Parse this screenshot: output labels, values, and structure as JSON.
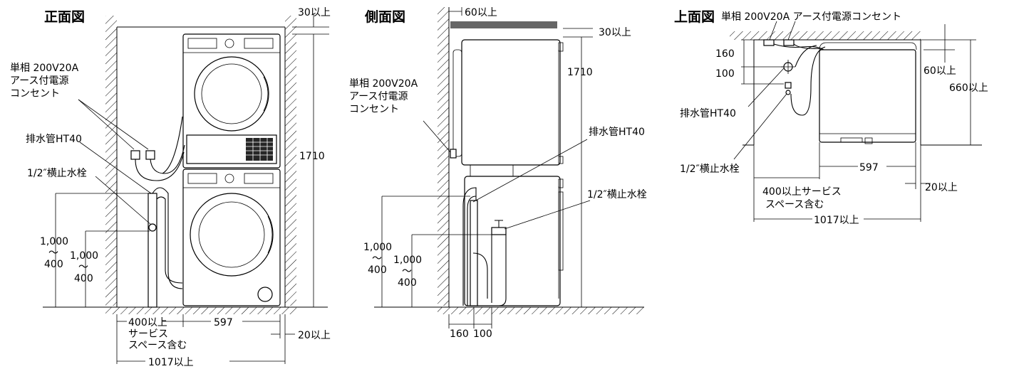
{
  "front_view": {
    "title": "正面図",
    "top_clearance": "30以上",
    "height_total": "1710",
    "outlet_label_lines": [
      "単相 200V20A",
      "アース付電源",
      "コンセント"
    ],
    "drain_label": "排水管HT40",
    "faucet_label": "1/2″横止水栓",
    "drain_height_lines": [
      "1,000",
      "〜",
      "400"
    ],
    "faucet_height_lines": [
      "1,000",
      "〜",
      "400"
    ],
    "left_space_lines": [
      "400以上",
      "サービス",
      "スペース含む"
    ],
    "width_machine": "597",
    "right_clearance": "20以上",
    "width_total": "1017以上"
  },
  "side_view": {
    "title": "側面図",
    "back_clearance": "60以上",
    "top_clearance": "30以上",
    "height_total": "1710",
    "outlet_label_lines": [
      "単相 200V20A",
      "アース付電源",
      "コンセント"
    ],
    "drain_label": "排水管HT40",
    "faucet_label": "1/2″横止水栓",
    "drain_height_lines": [
      "1,000",
      "〜",
      "400"
    ],
    "faucet_height_lines": [
      "1,000",
      "〜",
      "400"
    ],
    "drain_offset": "160",
    "faucet_offset": "100"
  },
  "top_view": {
    "title": "上面図",
    "outlet_label": "単相 200V20A アース付電源コンセント",
    "drain_offset": "160",
    "faucet_offset": "100",
    "back_clearance": "60以上",
    "depth_total": "660以上",
    "drain_label": "排水管HT40",
    "faucet_label": "1/2″横止水栓",
    "width_machine": "597",
    "right_clearance": "20以上",
    "left_space_lines": [
      "400以上サービス",
      "スペース含む"
    ],
    "width_total": "1017以上"
  }
}
